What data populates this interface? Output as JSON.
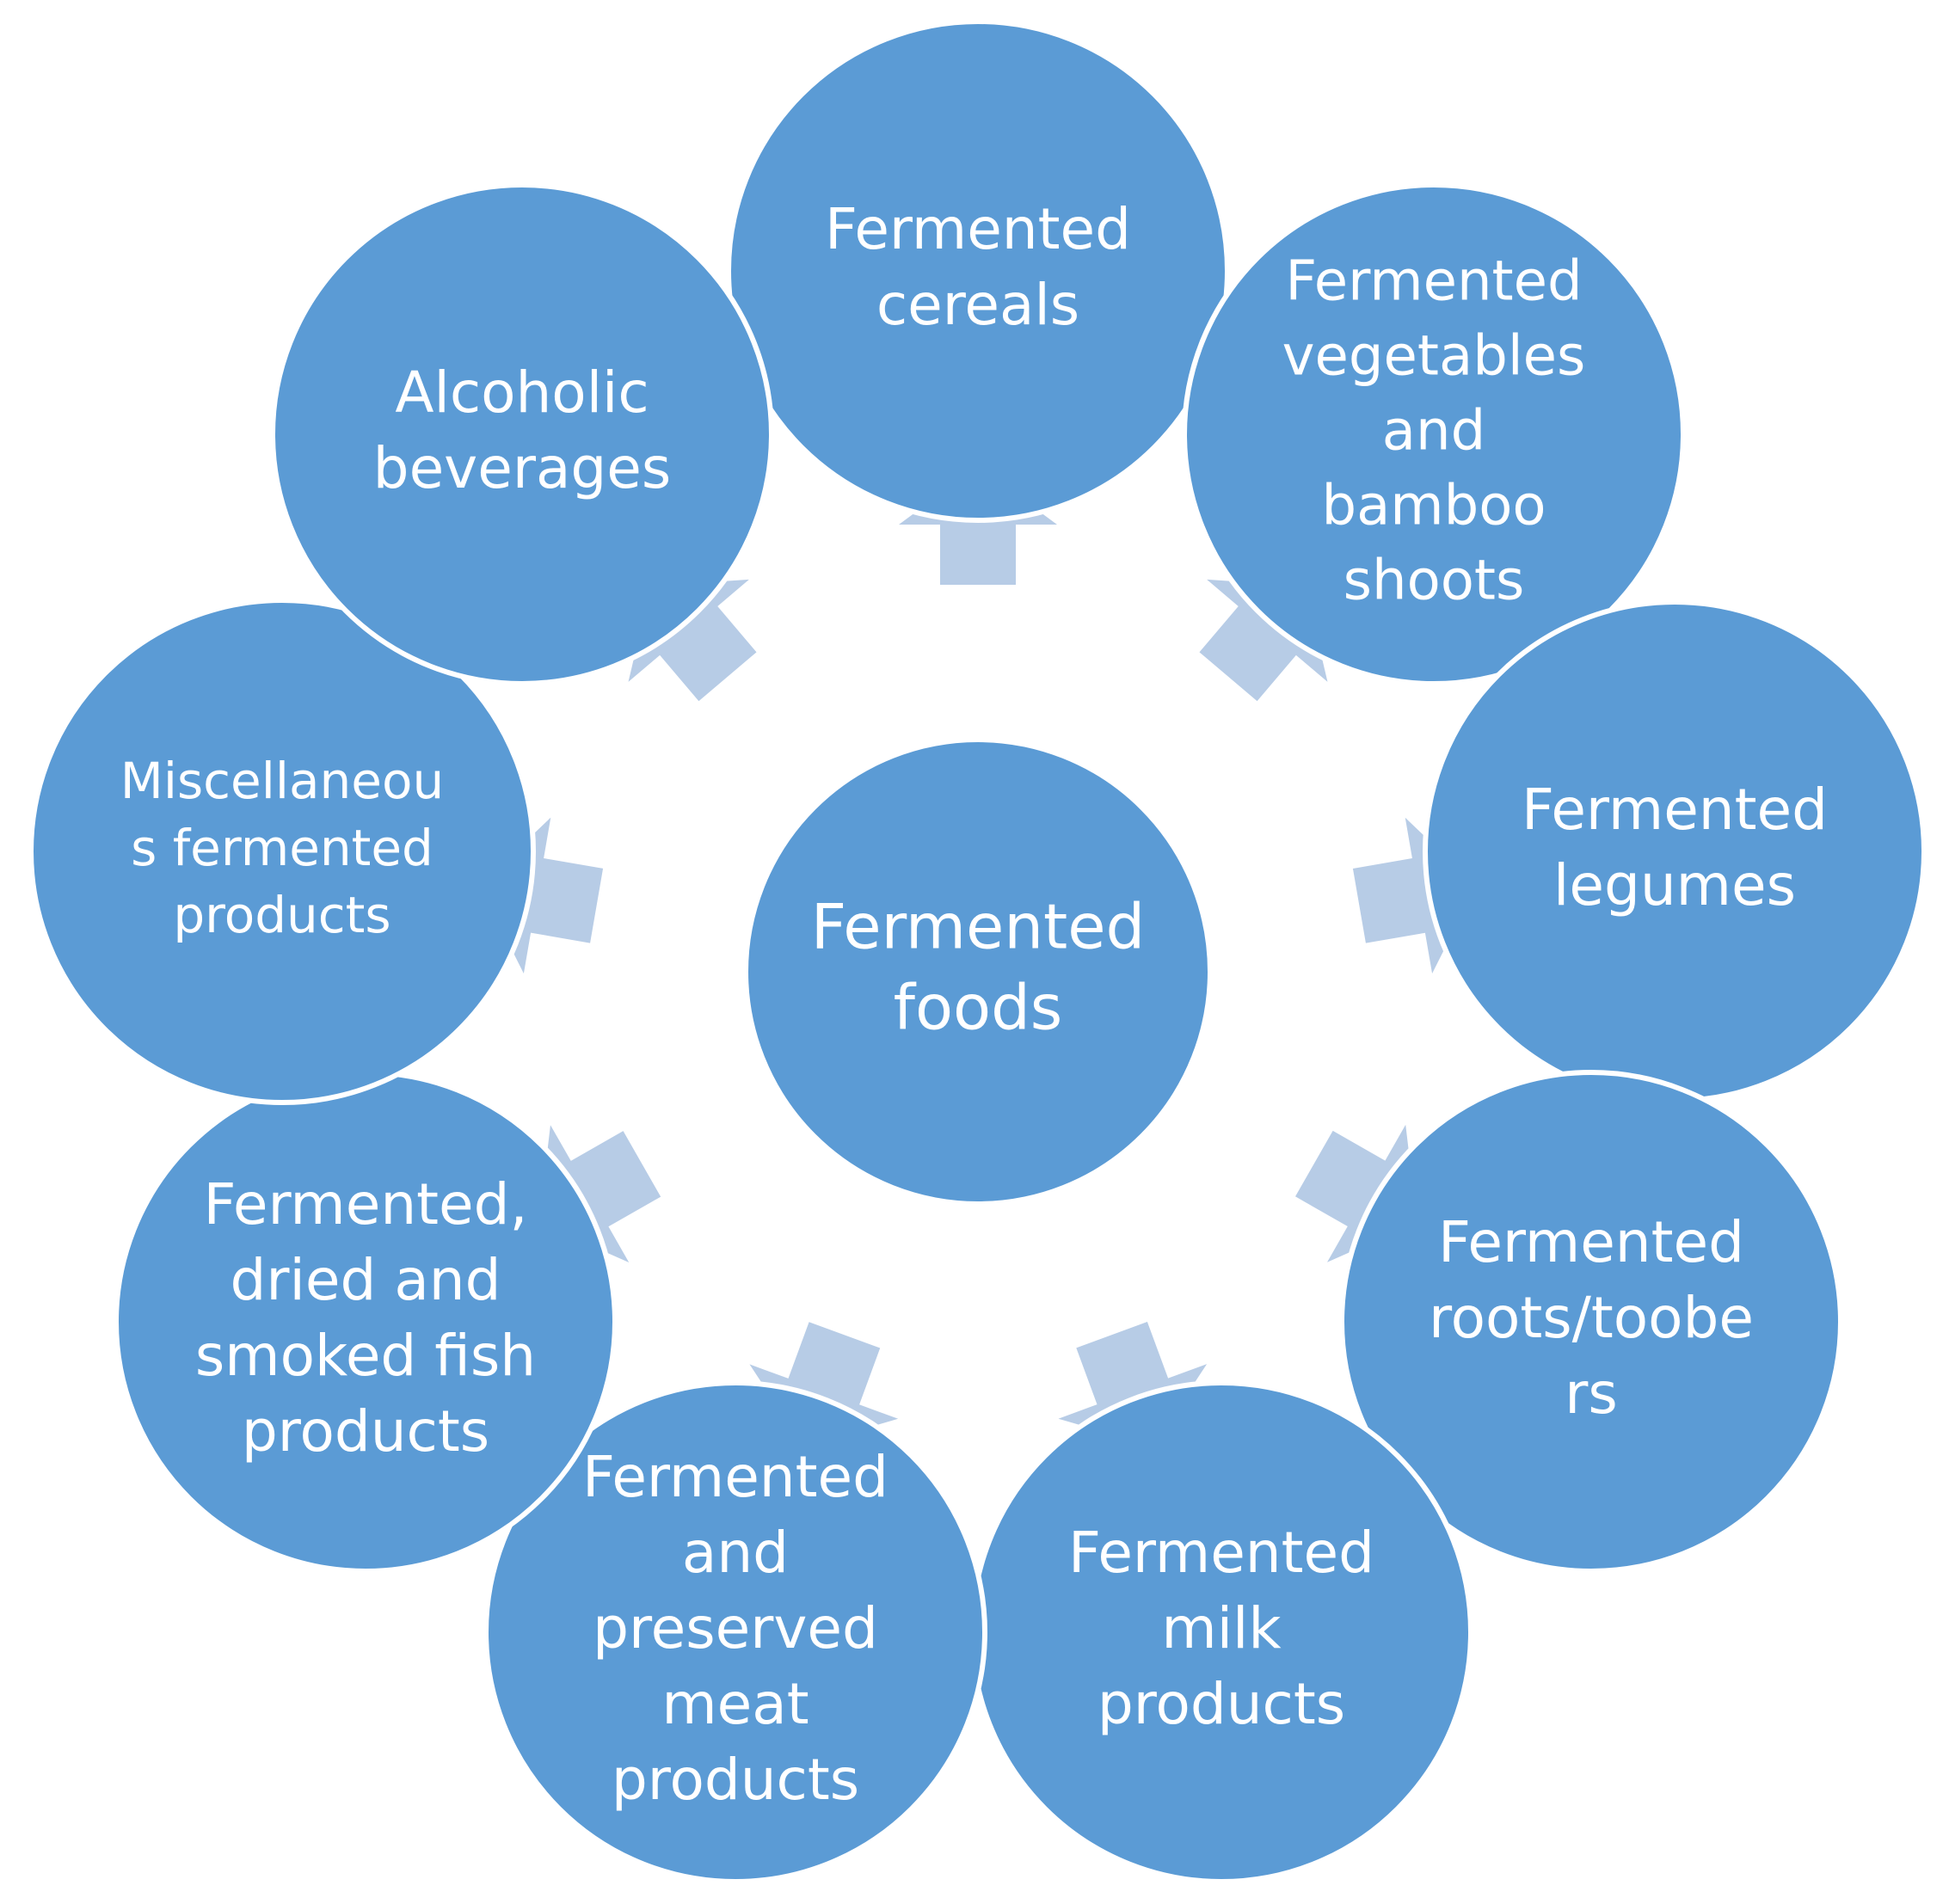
{
  "colors": {
    "circle_fill": "#5b9bd5",
    "circle_stroke": "#ffffff",
    "arrow_fill": "#b7cce6",
    "text": "#ffffff",
    "background": "#ffffff"
  },
  "center": {
    "lines": [
      "Fermented",
      "foods"
    ]
  },
  "nodes": [
    {
      "id": "cereals",
      "lines": [
        "Fermented",
        "cereals"
      ]
    },
    {
      "id": "vegetables",
      "lines": [
        "Fermented",
        "vegetables",
        "and",
        "bamboo",
        "shoots"
      ]
    },
    {
      "id": "legumes",
      "lines": [
        "Fermented",
        "legumes"
      ]
    },
    {
      "id": "roots",
      "lines": [
        "Fermented",
        "roots/toobe",
        "rs"
      ]
    },
    {
      "id": "milk",
      "lines": [
        "Fermented",
        "milk",
        "products"
      ]
    },
    {
      "id": "meat",
      "lines": [
        "Fermented",
        "and",
        "preserved",
        "meat",
        "products"
      ]
    },
    {
      "id": "fish",
      "lines": [
        "Fermented,",
        "dried and",
        "smoked fish",
        "products"
      ]
    },
    {
      "id": "misc",
      "lines": [
        "Miscellaneou",
        "s fermented",
        "products"
      ]
    },
    {
      "id": "alcoholic",
      "lines": [
        "Alcoholic",
        "beverages"
      ]
    }
  ]
}
